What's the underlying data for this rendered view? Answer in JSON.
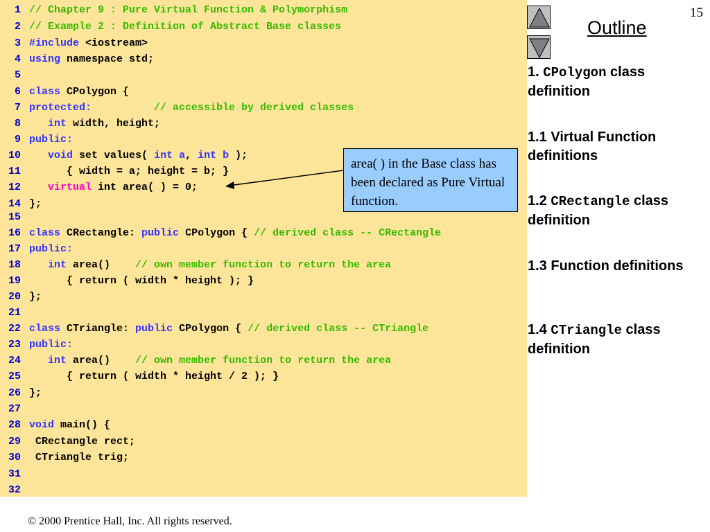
{
  "slide": {
    "number": "15",
    "footer": "© 2000 Prentice Hall, Inc.  All rights reserved."
  },
  "code": {
    "lines": [
      {
        "n": "1",
        "parts": [
          [
            "cm",
            "// Chapter 9 : Pure Virtual Function & Polymorphism"
          ]
        ]
      },
      {
        "n": "2",
        "parts": [
          [
            "cm",
            "// Example 2 : Definition of Abstract Base classes"
          ]
        ]
      },
      {
        "n": "3",
        "parts": [
          [
            "kw",
            "#include "
          ],
          [
            "pl",
            "<iostream>"
          ]
        ]
      },
      {
        "n": "4",
        "parts": [
          [
            "kw",
            "using "
          ],
          [
            "pl",
            "namespace std;"
          ]
        ]
      },
      {
        "n": "5",
        "parts": []
      },
      {
        "n": "6",
        "parts": [
          [
            "kw",
            "class "
          ],
          [
            "pl",
            "CPolygon {"
          ]
        ]
      },
      {
        "n": "7",
        "parts": [
          [
            "kw",
            "protected:          "
          ],
          [
            "cm",
            "// accessible by derived classes"
          ]
        ]
      },
      {
        "n": "8",
        "parts": [
          [
            "pl",
            "   "
          ],
          [
            "kw",
            "int "
          ],
          [
            "pl",
            "width, height;"
          ]
        ]
      },
      {
        "n": "9",
        "parts": [
          [
            "kw",
            "public:"
          ]
        ]
      },
      {
        "n": "10",
        "parts": [
          [
            "pl",
            "   "
          ],
          [
            "kw",
            "void "
          ],
          [
            "pl",
            "set values( "
          ],
          [
            "kw",
            "int a"
          ],
          [
            "pl",
            ", "
          ],
          [
            "kw",
            "int b"
          ],
          [
            "pl",
            " );"
          ]
        ]
      },
      {
        "n": "11",
        "parts": [
          [
            "pl",
            "      { width = a; height = b; }"
          ]
        ]
      },
      {
        "n": "12",
        "parts": [
          [
            "pl",
            "   "
          ],
          [
            "vk",
            "virtual"
          ],
          [
            "pl",
            " int area( ) = 0;"
          ]
        ]
      },
      {
        "n": "14",
        "parts": [
          [
            "pl",
            "};"
          ]
        ]
      },
      {
        "n": "15",
        "parts": []
      },
      {
        "n": "16",
        "parts": [
          [
            "kw",
            "class "
          ],
          [
            "pl",
            "CRectangle: "
          ],
          [
            "kw",
            "public "
          ],
          [
            "pl",
            "CPolygon { "
          ],
          [
            "cm",
            "// derived class -- CRectangle"
          ]
        ]
      },
      {
        "n": "17",
        "parts": [
          [
            "kw",
            "public:"
          ]
        ]
      },
      {
        "n": "18",
        "parts": [
          [
            "pl",
            "   "
          ],
          [
            "kw",
            "int "
          ],
          [
            "pl",
            "area()    "
          ],
          [
            "cm",
            "// own member function to return the area"
          ]
        ]
      },
      {
        "n": "19",
        "parts": [
          [
            "pl",
            "      { return ( width * height ); }"
          ]
        ]
      },
      {
        "n": "20",
        "parts": [
          [
            "pl",
            "};"
          ]
        ]
      },
      {
        "n": "21",
        "parts": []
      },
      {
        "n": "22",
        "parts": [
          [
            "kw",
            "class "
          ],
          [
            "pl",
            "CTriangle: "
          ],
          [
            "kw",
            "public "
          ],
          [
            "pl",
            "CPolygon { "
          ],
          [
            "cm",
            "// derived class -- CTriangle"
          ]
        ]
      },
      {
        "n": "23",
        "parts": [
          [
            "kw",
            "public:"
          ]
        ]
      },
      {
        "n": "24",
        "parts": [
          [
            "pl",
            "   "
          ],
          [
            "kw",
            "int "
          ],
          [
            "pl",
            "area()    "
          ],
          [
            "cm",
            "// own member function to return the area"
          ]
        ]
      },
      {
        "n": "25",
        "parts": [
          [
            "pl",
            "      { return ( width * height / 2 ); }"
          ]
        ]
      },
      {
        "n": "26",
        "parts": [
          [
            "pl",
            "};"
          ]
        ]
      },
      {
        "n": "27",
        "parts": []
      },
      {
        "n": "28",
        "parts": [
          [
            "kw",
            "void "
          ],
          [
            "pl",
            "main() {"
          ]
        ]
      },
      {
        "n": "29",
        "parts": [
          [
            "pl",
            " CRectangle rect;"
          ]
        ]
      },
      {
        "n": "30",
        "parts": [
          [
            "pl",
            " CTriangle trig;"
          ]
        ]
      },
      {
        "n": "31",
        "parts": []
      },
      {
        "n": "32",
        "parts": []
      }
    ]
  },
  "callout": {
    "text": "area( ) in the Base class has been declared as Pure Virtual function."
  },
  "outline": {
    "title": "Outline",
    "items": [
      {
        "prefix": "1. ",
        "code": "CPolygon",
        "suffix": " class definition"
      },
      {
        "prefix": "1.1 Virtual Function definitions",
        "code": "",
        "suffix": ""
      },
      {
        "prefix": "1.2 ",
        "code": "CRectangle",
        "suffix": " class definition"
      },
      {
        "prefix": "1.3 Function definitions",
        "code": "",
        "suffix": ""
      },
      {
        "prefix": "1.4 ",
        "code": "CTriangle",
        "suffix": " class definition"
      }
    ]
  },
  "nav": {
    "up_icon": "triangle-up-icon",
    "down_icon": "triangle-down-icon"
  },
  "colors": {
    "code_background": "#ffe599",
    "keyword": "#3333ff",
    "comment": "#33bb00",
    "virtual_keyword": "#ff00cc",
    "line_number": "#0000cc",
    "callout_background": "#99ccff",
    "nav_button": "#c0c0c0"
  }
}
